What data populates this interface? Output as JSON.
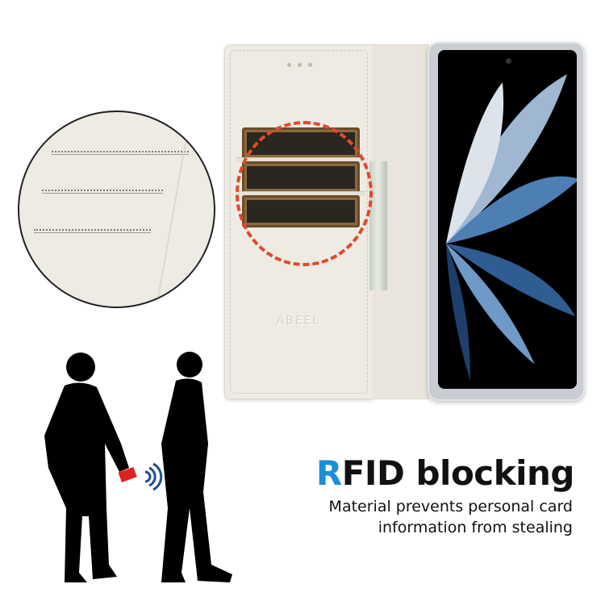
{
  "product": {
    "brand_emboss": "ABEEL",
    "accent_circle_color": "#e2492a"
  },
  "feature": {
    "title_highlight": "R",
    "title_rest": "FID blocking",
    "title_highlight_color": "#1b8fd6",
    "line1": "Material prevents personal card",
    "line2": "information from stealing"
  },
  "icons": [
    "card-slot-closeup",
    "rfid-signal-icon",
    "person-silhouette",
    "red-card"
  ]
}
